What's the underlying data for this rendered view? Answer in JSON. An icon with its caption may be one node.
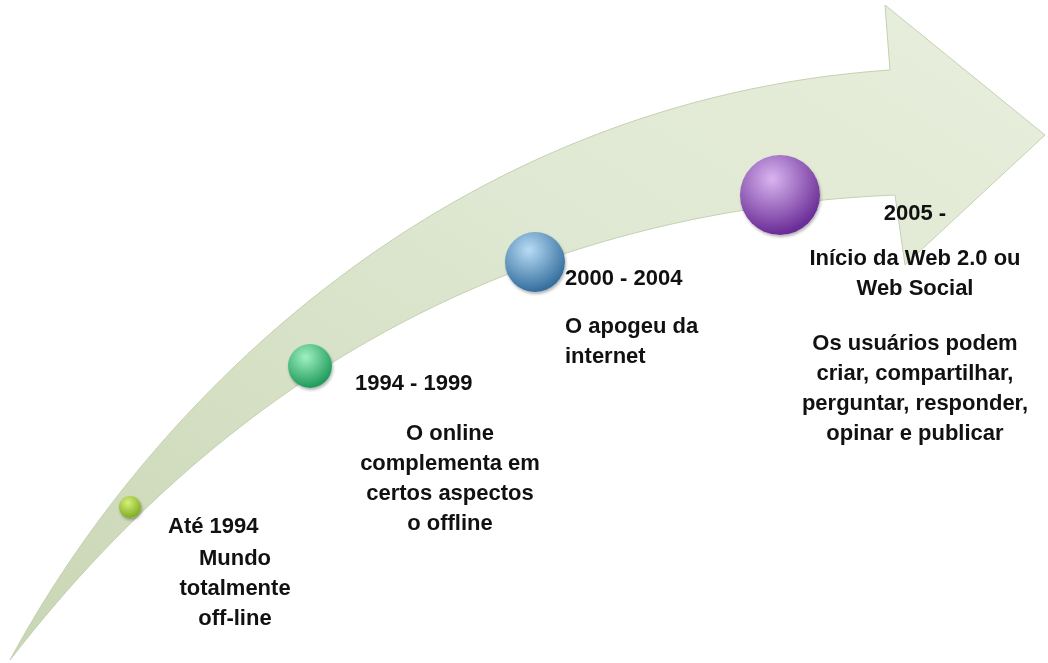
{
  "diagram": {
    "nodes": [
      {
        "text": [],
        "shape": "circle",
        "beside": [
          "Até 1994",
          "Mundo totalmente off-line"
        ]
      },
      {
        "text": [],
        "shape": "circle",
        "beside": [
          "1994 - 1999",
          "O online complementa em certos aspectos o offline"
        ]
      },
      {
        "text": [],
        "shape": "circle",
        "beside": [
          "2000 - 2004",
          "O apogeu da internet"
        ]
      },
      {
        "text": [],
        "shape": "circle",
        "beside": [
          "2005 -",
          "Início da Web 2.0 ou Web Social",
          "Os usuários podem criar, compartilhar, perguntar, responder, opinar e publicar"
        ]
      }
    ]
  }
}
